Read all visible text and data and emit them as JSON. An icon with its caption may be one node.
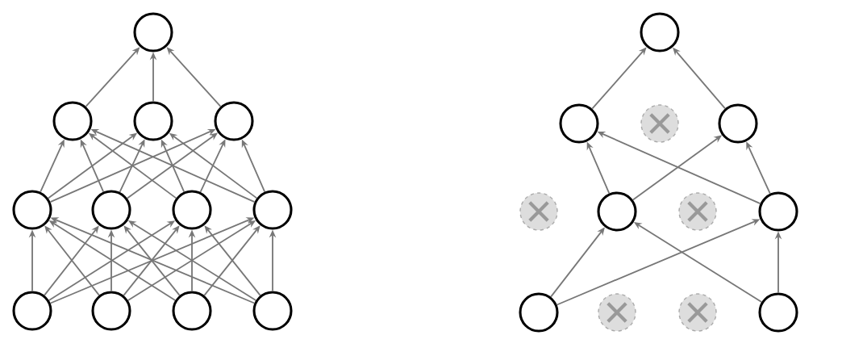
{
  "diagram": {
    "nodes": [
      {
        "text": [],
        "shape": "circle"
      },
      {
        "text": [],
        "shape": "circle"
      },
      {
        "text": [],
        "shape": "circle"
      },
      {
        "text": [],
        "shape": "circle"
      },
      {
        "text": [],
        "shape": "circle"
      },
      {
        "text": [],
        "shape": "circle"
      },
      {
        "text": [],
        "shape": "circle"
      },
      {
        "text": [],
        "shape": "circle"
      },
      {
        "text": [],
        "shape": "circle"
      },
      {
        "text": [],
        "shape": "circle"
      },
      {
        "text": [],
        "shape": "circle"
      },
      {
        "text": [],
        "shape": "circle"
      },
      {
        "text": [],
        "shape": "circle"
      },
      {
        "text": [],
        "shape": "circle"
      },
      {
        "text": [],
        "shape": "cross"
      },
      {
        "text": [],
        "shape": "circle"
      },
      {
        "text": [],
        "shape": "cross"
      },
      {
        "text": [],
        "shape": "circle"
      },
      {
        "text": [],
        "shape": "cross"
      },
      {
        "text": [],
        "shape": "circle"
      },
      {
        "text": [],
        "shape": "circle"
      },
      {
        "text": [],
        "shape": "cross"
      },
      {
        "text": [],
        "shape": "cross"
      },
      {
        "text": [],
        "shape": "circle"
      }
    ],
    "edges": [
      {
        "from": 8,
        "to": 4,
        "arrow": "to"
      },
      {
        "from": 8,
        "to": 5,
        "arrow": "to"
      },
      {
        "from": 8,
        "to": 6,
        "arrow": "to"
      },
      {
        "from": 8,
        "to": 7,
        "arrow": "to"
      },
      {
        "from": 9,
        "to": 4,
        "arrow": "to"
      },
      {
        "from": 9,
        "to": 5,
        "arrow": "to"
      },
      {
        "from": 9,
        "to": 6,
        "arrow": "to"
      },
      {
        "from": 9,
        "to": 7,
        "arrow": "to"
      },
      {
        "from": 10,
        "to": 4,
        "arrow": "to"
      },
      {
        "from": 10,
        "to": 5,
        "arrow": "to"
      },
      {
        "from": 10,
        "to": 6,
        "arrow": "to"
      },
      {
        "from": 10,
        "to": 7,
        "arrow": "to"
      },
      {
        "from": 11,
        "to": 4,
        "arrow": "to"
      },
      {
        "from": 11,
        "to": 5,
        "arrow": "to"
      },
      {
        "from": 11,
        "to": 6,
        "arrow": "to"
      },
      {
        "from": 11,
        "to": 7,
        "arrow": "to"
      },
      {
        "from": 4,
        "to": 1,
        "arrow": "to"
      },
      {
        "from": 4,
        "to": 2,
        "arrow": "to"
      },
      {
        "from": 4,
        "to": 3,
        "arrow": "to"
      },
      {
        "from": 5,
        "to": 1,
        "arrow": "to"
      },
      {
        "from": 5,
        "to": 2,
        "arrow": "to"
      },
      {
        "from": 5,
        "to": 3,
        "arrow": "to"
      },
      {
        "from": 6,
        "to": 1,
        "arrow": "to"
      },
      {
        "from": 6,
        "to": 2,
        "arrow": "to"
      },
      {
        "from": 6,
        "to": 3,
        "arrow": "to"
      },
      {
        "from": 7,
        "to": 1,
        "arrow": "to"
      },
      {
        "from": 7,
        "to": 2,
        "arrow": "to"
      },
      {
        "from": 7,
        "to": 3,
        "arrow": "to"
      },
      {
        "from": 1,
        "to": 0,
        "arrow": "to"
      },
      {
        "from": 2,
        "to": 0,
        "arrow": "to"
      },
      {
        "from": 3,
        "to": 0,
        "arrow": "to"
      },
      {
        "from": 20,
        "to": 17,
        "arrow": "to"
      },
      {
        "from": 20,
        "to": 19,
        "arrow": "to"
      },
      {
        "from": 23,
        "to": 17,
        "arrow": "to"
      },
      {
        "from": 23,
        "to": 19,
        "arrow": "to"
      },
      {
        "from": 17,
        "to": 13,
        "arrow": "to"
      },
      {
        "from": 17,
        "to": 15,
        "arrow": "to"
      },
      {
        "from": 19,
        "to": 13,
        "arrow": "to"
      },
      {
        "from": 19,
        "to": 15,
        "arrow": "to"
      },
      {
        "from": 13,
        "to": 12,
        "arrow": "to"
      },
      {
        "from": 15,
        "to": 12,
        "arrow": "to"
      }
    ]
  }
}
